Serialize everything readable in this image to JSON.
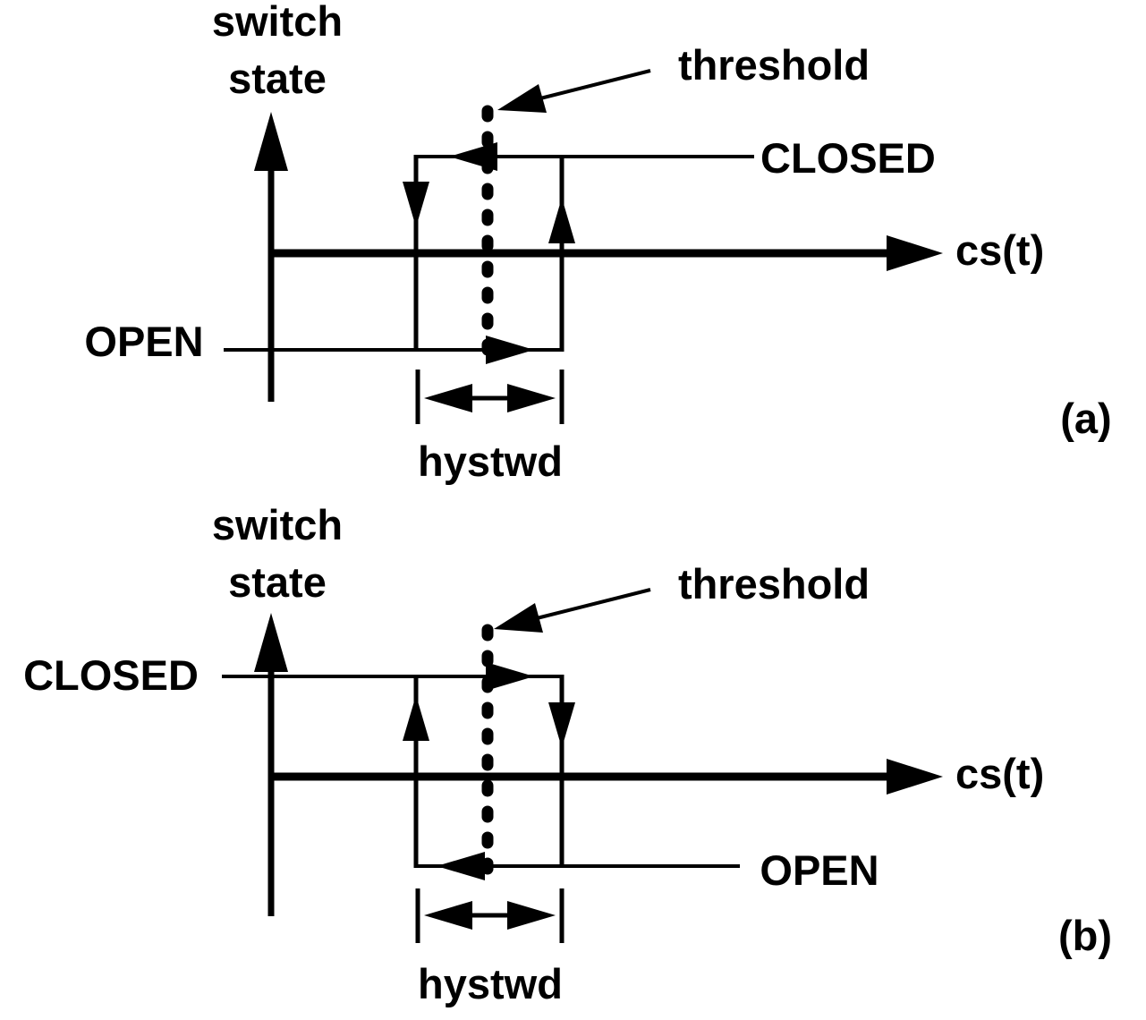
{
  "figure": {
    "colors": {
      "ink": "#000000",
      "background": "#ffffff"
    },
    "panel_a": {
      "caption": "(a)",
      "y_axis_title_line1": "switch",
      "y_axis_title_line2": "state",
      "x_axis_label": "cs(t)",
      "threshold_label": "threshold",
      "state_high_label": "CLOSED",
      "state_low_label": "OPEN",
      "hysteresis_width_label": "hystwd"
    },
    "panel_b": {
      "caption": "(b)",
      "y_axis_title_line1": "switch",
      "y_axis_title_line2": "state",
      "x_axis_label": "cs(t)",
      "threshold_label": "threshold",
      "state_high_label": "CLOSED",
      "state_low_label": "OPEN",
      "hysteresis_width_label": "hystwd"
    }
  }
}
